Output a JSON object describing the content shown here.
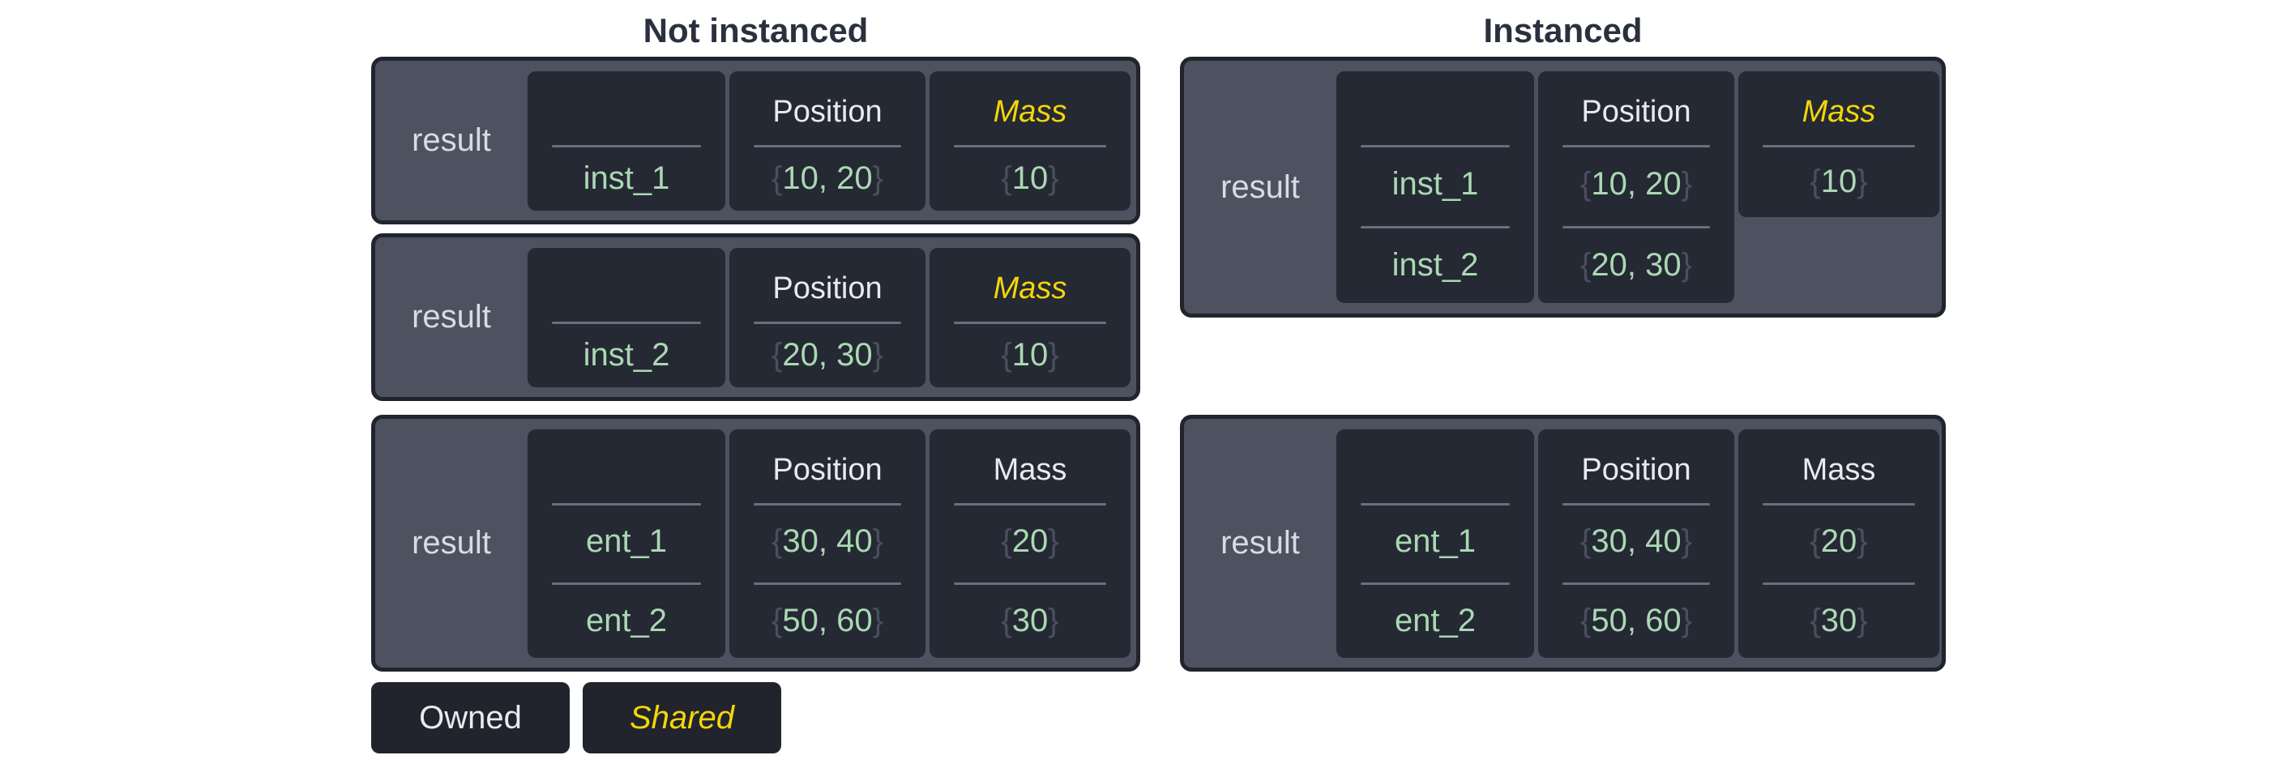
{
  "left": {
    "title": "Not instanced",
    "tables": [
      {
        "label": "result",
        "rows": 1,
        "instanced": false,
        "columns": [
          {
            "header": "",
            "shared": false,
            "short": false,
            "values": [
              {
                "text": "inst_1",
                "braced": false
              }
            ]
          },
          {
            "header": "Position",
            "shared": false,
            "short": false,
            "values": [
              {
                "text": "10, 20",
                "braced": true
              }
            ]
          },
          {
            "header": "Mass",
            "shared": true,
            "short": false,
            "values": [
              {
                "text": "10",
                "braced": true
              }
            ]
          }
        ]
      },
      {
        "label": "result",
        "rows": 1,
        "instanced": false,
        "columns": [
          {
            "header": "",
            "shared": false,
            "short": false,
            "values": [
              {
                "text": "inst_2",
                "braced": false
              }
            ]
          },
          {
            "header": "Position",
            "shared": false,
            "short": false,
            "values": [
              {
                "text": "20, 30",
                "braced": true
              }
            ]
          },
          {
            "header": "Mass",
            "shared": true,
            "short": false,
            "values": [
              {
                "text": "10",
                "braced": true
              }
            ]
          }
        ]
      },
      {
        "label": "result",
        "rows": 2,
        "instanced": false,
        "columns": [
          {
            "header": "",
            "shared": false,
            "short": false,
            "values": [
              {
                "text": "ent_1",
                "braced": false
              },
              {
                "text": "ent_2",
                "braced": false
              }
            ]
          },
          {
            "header": "Position",
            "shared": false,
            "short": false,
            "values": [
              {
                "text": "30, 40",
                "braced": true
              },
              {
                "text": "50, 60",
                "braced": true
              }
            ]
          },
          {
            "header": "Mass",
            "shared": false,
            "short": false,
            "values": [
              {
                "text": "20",
                "braced": true
              },
              {
                "text": "30",
                "braced": true
              }
            ]
          }
        ]
      }
    ]
  },
  "right": {
    "title": "Instanced",
    "tables": [
      {
        "label": "result",
        "rows": 2,
        "instanced": true,
        "columns": [
          {
            "header": "",
            "shared": false,
            "short": false,
            "values": [
              {
                "text": "inst_1",
                "braced": false
              },
              {
                "text": "inst_2",
                "braced": false
              }
            ]
          },
          {
            "header": "Position",
            "shared": false,
            "short": false,
            "values": [
              {
                "text": "10, 20",
                "braced": true
              },
              {
                "text": "20, 30",
                "braced": true
              }
            ]
          },
          {
            "header": "Mass",
            "shared": true,
            "short": true,
            "values": [
              {
                "text": "10",
                "braced": true
              }
            ]
          }
        ]
      },
      {
        "label": "result",
        "rows": 2,
        "instanced": false,
        "columns": [
          {
            "header": "",
            "shared": false,
            "short": false,
            "values": [
              {
                "text": "ent_1",
                "braced": false
              },
              {
                "text": "ent_2",
                "braced": false
              }
            ]
          },
          {
            "header": "Position",
            "shared": false,
            "short": false,
            "values": [
              {
                "text": "30, 40",
                "braced": true
              },
              {
                "text": "50, 60",
                "braced": true
              }
            ]
          },
          {
            "header": "Mass",
            "shared": false,
            "short": false,
            "values": [
              {
                "text": "20",
                "braced": true
              },
              {
                "text": "30",
                "braced": true
              }
            ]
          }
        ]
      }
    ]
  },
  "legend": {
    "owned": "Owned",
    "shared": "Shared"
  },
  "colors": {
    "container": "#4d5160",
    "cell": "#252933",
    "border": "#21242c",
    "divider": "#6a6f7b",
    "value_green": "#aad8b3",
    "brace_gray": "#4a4f5d",
    "shared_yellow": "#f5d608",
    "header_text": "#e8eaee",
    "label_text": "#d8dbe1",
    "title_text": "#2b303e",
    "page_background": "#ffffff"
  }
}
